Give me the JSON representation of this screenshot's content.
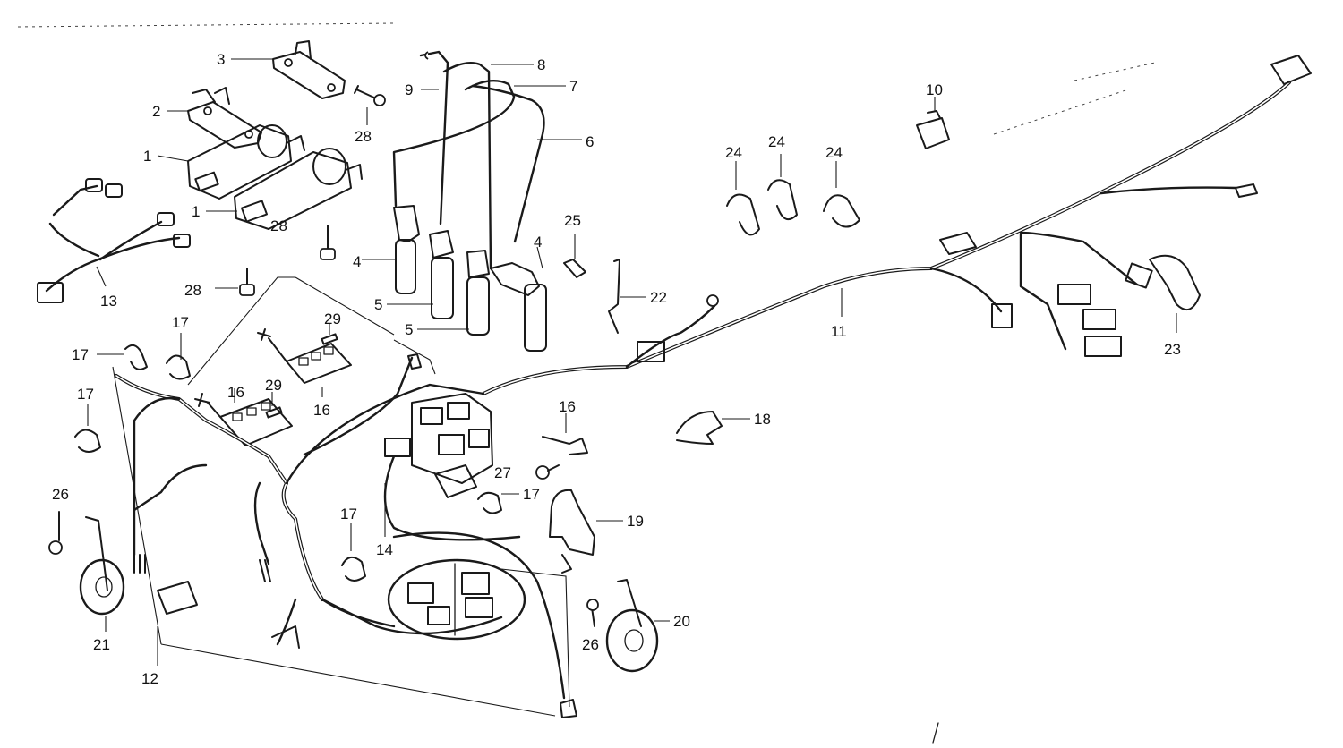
{
  "diagram": {
    "callouts": [
      {
        "id": "c-3",
        "text": "3"
      },
      {
        "id": "c-2",
        "text": "2"
      },
      {
        "id": "c-1a",
        "text": "1"
      },
      {
        "id": "c-1b",
        "text": "1"
      },
      {
        "id": "c-28a",
        "text": "28"
      },
      {
        "id": "c-9",
        "text": "9"
      },
      {
        "id": "c-8",
        "text": "8"
      },
      {
        "id": "c-7",
        "text": "7"
      },
      {
        "id": "c-6",
        "text": "6"
      },
      {
        "id": "c-4a",
        "text": "4"
      },
      {
        "id": "c-4b",
        "text": "4"
      },
      {
        "id": "c-5a",
        "text": "5"
      },
      {
        "id": "c-5b",
        "text": "5"
      },
      {
        "id": "c-10",
        "text": "10"
      },
      {
        "id": "c-24a",
        "text": "24"
      },
      {
        "id": "c-24b",
        "text": "24"
      },
      {
        "id": "c-24c",
        "text": "24"
      },
      {
        "id": "c-25",
        "text": "25"
      },
      {
        "id": "c-22",
        "text": "22"
      },
      {
        "id": "c-11",
        "text": "11"
      },
      {
        "id": "c-23",
        "text": "23"
      },
      {
        "id": "c-13",
        "text": "13"
      },
      {
        "id": "c-28b",
        "text": "28"
      },
      {
        "id": "c-28c",
        "text": "28"
      },
      {
        "id": "c-29a",
        "text": "29"
      },
      {
        "id": "c-29b",
        "text": "29"
      },
      {
        "id": "c-16a",
        "text": "16"
      },
      {
        "id": "c-16b",
        "text": "16"
      },
      {
        "id": "c-16c",
        "text": "16"
      },
      {
        "id": "c-17a",
        "text": "17"
      },
      {
        "id": "c-17b",
        "text": "17"
      },
      {
        "id": "c-17c",
        "text": "17"
      },
      {
        "id": "c-17d",
        "text": "17"
      },
      {
        "id": "c-17e",
        "text": "17"
      },
      {
        "id": "c-18",
        "text": "18"
      },
      {
        "id": "c-27",
        "text": "27"
      },
      {
        "id": "c-19",
        "text": "19"
      },
      {
        "id": "c-14",
        "text": "14"
      },
      {
        "id": "c-26a",
        "text": "26"
      },
      {
        "id": "c-26b",
        "text": "26"
      },
      {
        "id": "c-20",
        "text": "20"
      },
      {
        "id": "c-21",
        "text": "21"
      },
      {
        "id": "c-12",
        "text": "12"
      }
    ]
  }
}
